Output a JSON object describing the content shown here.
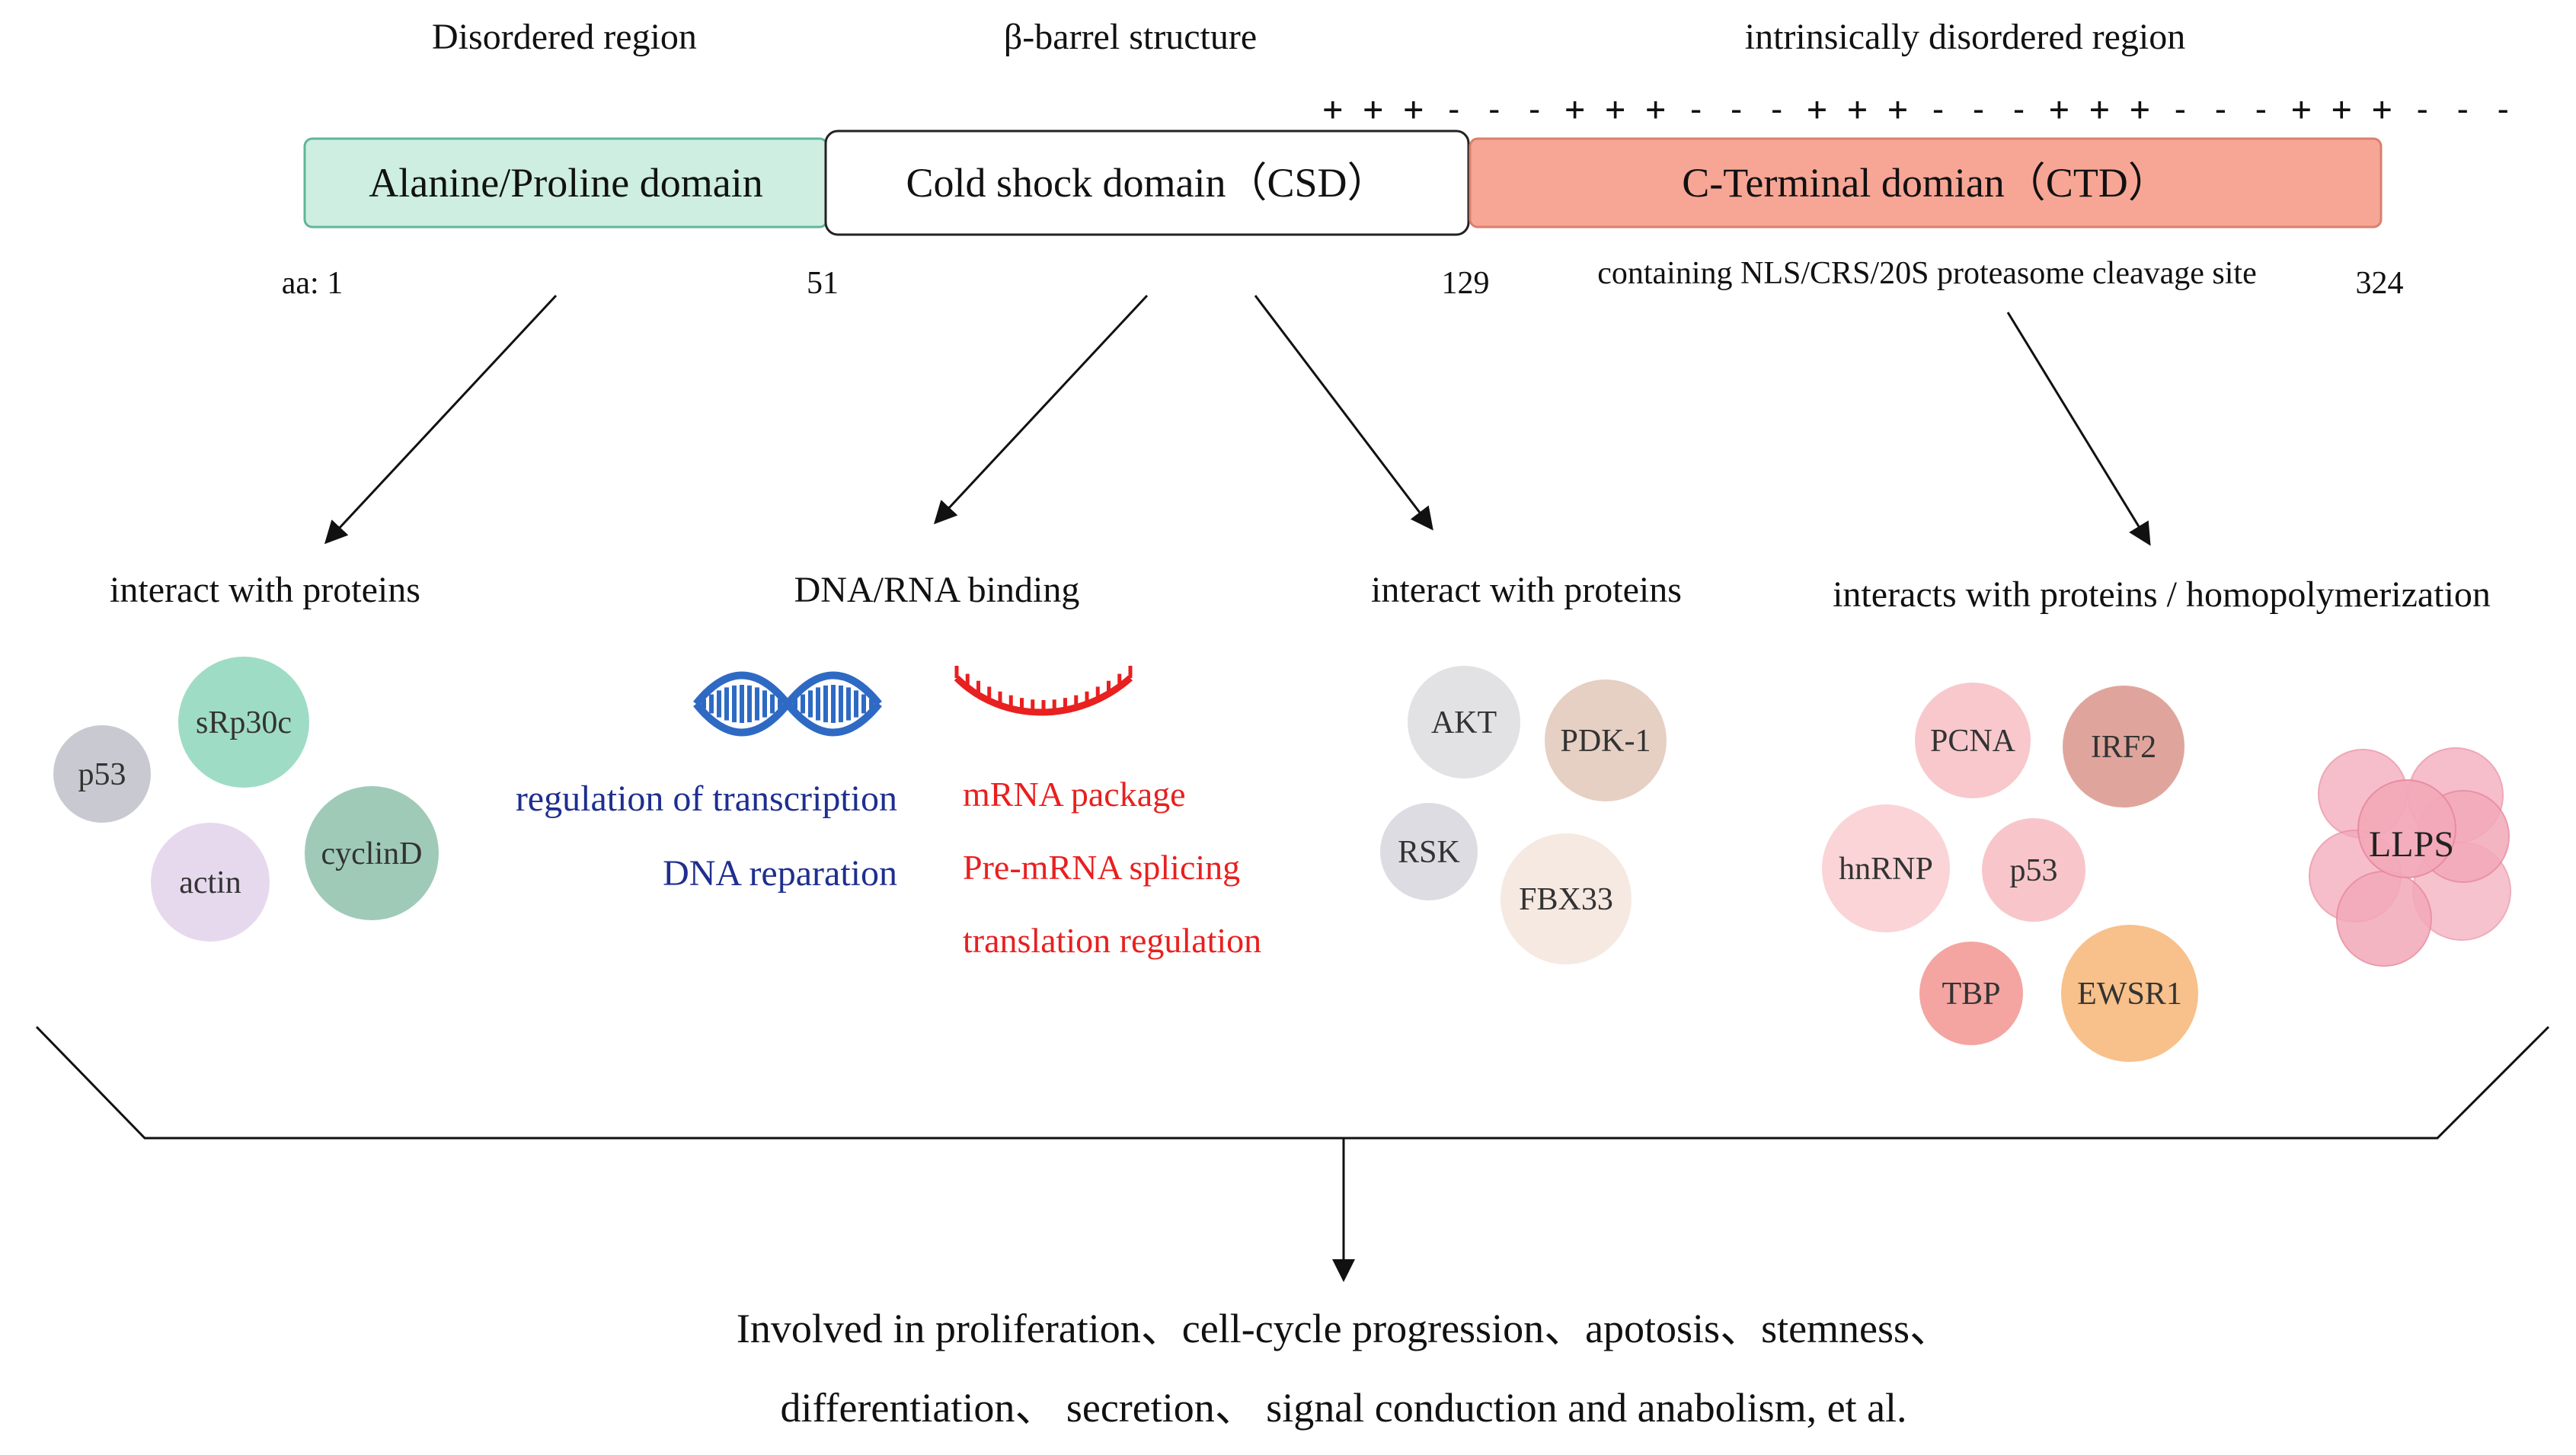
{
  "region_labels": {
    "disordered": "Disordered region",
    "beta_barrel": "β-barrel structure",
    "idr": "intrinsically disordered region"
  },
  "charge_pattern": "+ + + - - - + + + - - - + + + - - - + + + - - - + + + - - -",
  "domains": {
    "ap": "Alanine/Proline domain",
    "csd": "Cold shock domain（CSD）",
    "ctd": "C-Terminal domian（CTD）"
  },
  "positions": {
    "aa1": "aa: 1",
    "aa51": "51",
    "aa129": "129",
    "aa324": "324"
  },
  "ctd_note": "containing NLS/CRS/20S proteasome cleavage site",
  "functions": {
    "ap": "interact with proteins",
    "csd_binding": "DNA/RNA binding",
    "csd_proteins": "interact with proteins",
    "ctd": "interacts with proteins / homopolymerization"
  },
  "dna_functions": [
    "regulation of transcription",
    "DNA reparation"
  ],
  "rna_functions": [
    "mRNA package",
    "Pre-mRNA splicing",
    "translation regulation"
  ],
  "ap_partners": [
    {
      "label": "p53",
      "color": "#c9c9d2"
    },
    {
      "label": "sRp30c",
      "color": "#9fdcc5"
    },
    {
      "label": "actin",
      "color": "#e6d9ee"
    },
    {
      "label": "cyclinD",
      "color": "#9fcab7"
    }
  ],
  "csd_partners": [
    {
      "label": "AKT",
      "color": "#e2e2e4"
    },
    {
      "label": "PDK-1",
      "color": "#e6cfc3"
    },
    {
      "label": "RSK",
      "color": "#dcdce2"
    },
    {
      "label": "FBX33",
      "color": "#f5e9e1"
    }
  ],
  "ctd_partners": [
    {
      "label": "PCNA",
      "color": "#f8c8cc"
    },
    {
      "label": "IRF2",
      "color": "#dfa59c"
    },
    {
      "label": "hnRNP",
      "color": "#fad4d6"
    },
    {
      "label": "p53",
      "color": "#f8c6ca"
    },
    {
      "label": "TBP",
      "color": "#f4a5a1"
    },
    {
      "label": "EWSR1",
      "color": "#f8c08a"
    }
  ],
  "llps_label": "LLPS",
  "conclusion": [
    "Involved in proliferation、cell-cycle progression、apotosis、stemness、",
    "differentiation、 secretion、 signal conduction and anabolism, et al."
  ],
  "colors": {
    "ap_fill": "#cdeee1",
    "ap_stroke": "#5fb59a",
    "csd_fill": "#ffffff",
    "ctd_fill": "#f7a696",
    "ctd_stroke": "#d9806e",
    "dna_blue": "#1e2f8f",
    "rna_red": "#e8201f",
    "helix_blue": "#2e6ac4",
    "llps_pink": "#f3a9b9"
  }
}
